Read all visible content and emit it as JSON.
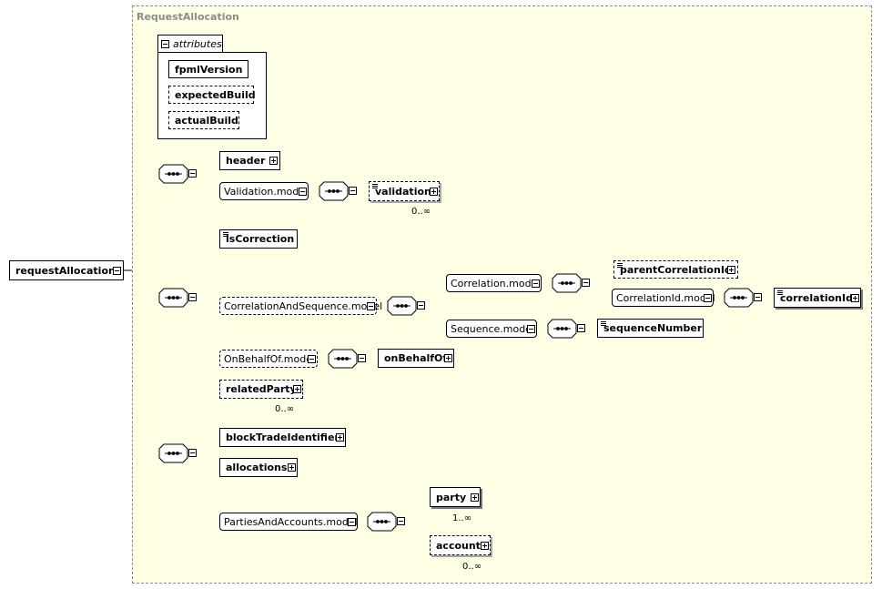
{
  "diagram": {
    "region_title": "RequestAllocation",
    "attributes_label": "attributes",
    "attributes": [
      "fpmlVersion",
      "expectedBuild",
      "actualBuild"
    ],
    "root_element": "requestAllocation",
    "elements": {
      "header": "header",
      "validation_model": "Validation.model",
      "validation": "validation",
      "is_correction": "isCorrection",
      "correlation_and_sequence_model": "CorrelationAndSequence.model",
      "correlation_model": "Correlation.model",
      "parent_correlation_id": "parentCorrelationId",
      "correlation_id_model": "CorrelationId.model",
      "correlation_id": "correlationId",
      "sequence_model": "Sequence.model",
      "sequence_number": "sequenceNumber",
      "on_behalf_of_model": "OnBehalfOf.model",
      "on_behalf_of": "onBehalfOf",
      "related_party": "relatedParty",
      "block_trade_identifier": "blockTradeIdentifier",
      "allocations": "allocations",
      "parties_and_accounts_model": "PartiesAndAccounts.model",
      "party": "party",
      "account": "account"
    },
    "cardinalities": {
      "validation": "0..∞",
      "related_party": "0..∞",
      "party": "1..∞",
      "account": "0..∞"
    }
  }
}
